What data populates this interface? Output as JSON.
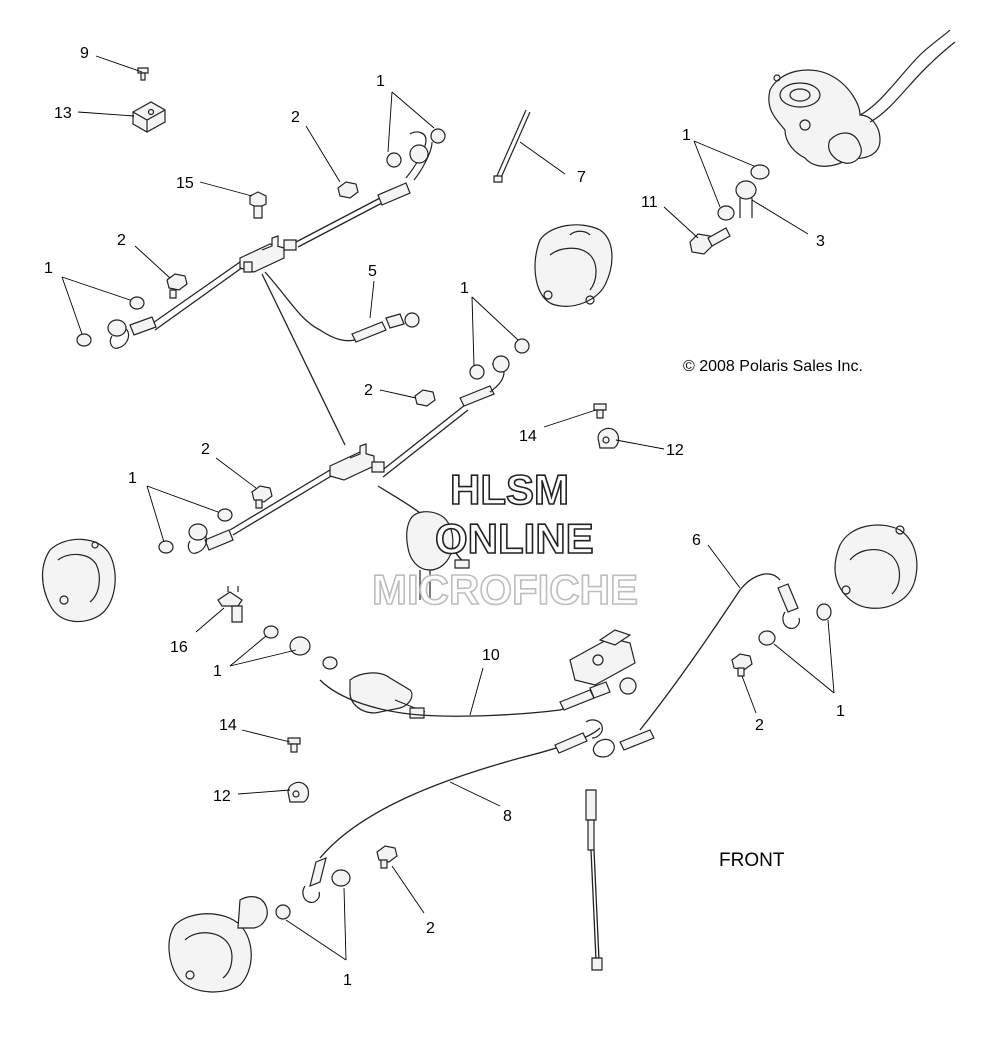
{
  "copyright": "© 2008 Polaris Sales Inc.",
  "orientation_label": "FRONT",
  "watermark": {
    "line1": "HLSM",
    "line2": "ONLINE",
    "line3": "MICROFICHE"
  },
  "callouts": [
    "9",
    "13",
    "2",
    "1",
    "15",
    "7",
    "1",
    "11",
    "3",
    "2",
    "1",
    "5",
    "1",
    "2",
    "14",
    "12",
    "2",
    "1",
    "6",
    "16",
    "1",
    "10",
    "1",
    "2",
    "14",
    "12",
    "8",
    "2",
    "1"
  ]
}
